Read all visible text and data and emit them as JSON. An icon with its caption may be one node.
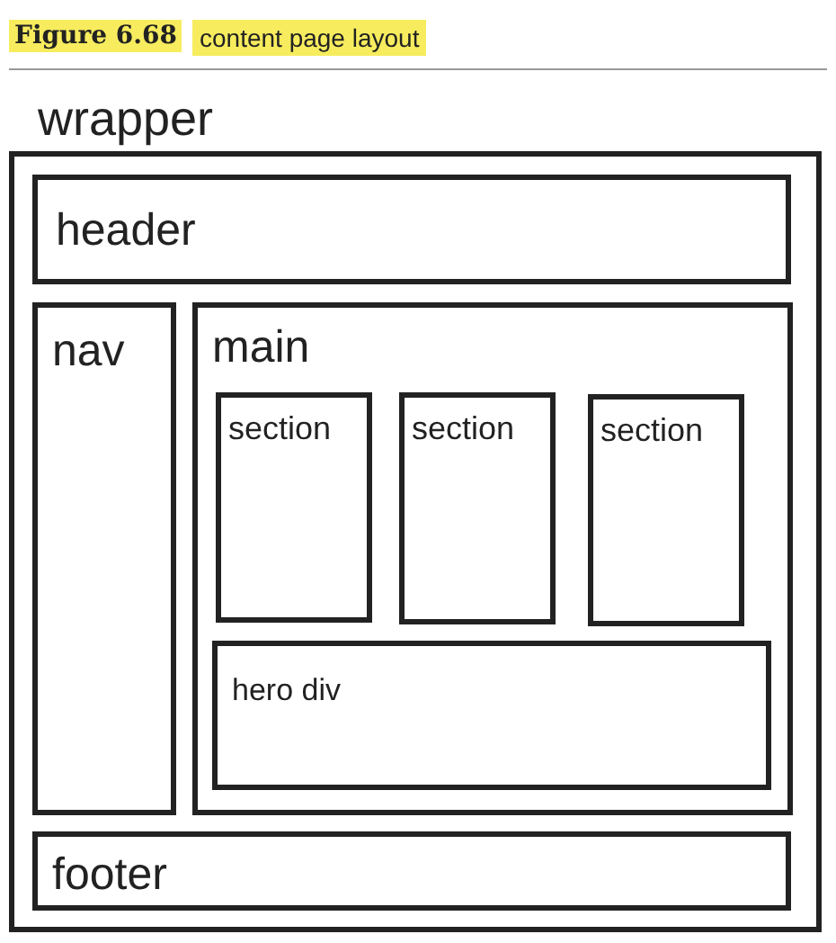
{
  "diagram": {
    "title": "Figure 6.68",
    "caption": "content page layout",
    "nodes": [
      {
        "text": [
          "wrapper"
        ]
      },
      {
        "text": [
          "header"
        ],
        "in": 0
      },
      {
        "text": [
          "nav"
        ],
        "in": 0
      },
      {
        "text": [
          "main"
        ],
        "in": 0
      },
      {
        "text": [
          "section"
        ],
        "in": 3
      },
      {
        "text": [
          "section"
        ],
        "in": 3
      },
      {
        "text": [
          "section"
        ],
        "in": 3
      },
      {
        "text": [
          "hero div"
        ],
        "in": 3
      },
      {
        "text": [
          "footer"
        ],
        "in": 0
      }
    ]
  }
}
